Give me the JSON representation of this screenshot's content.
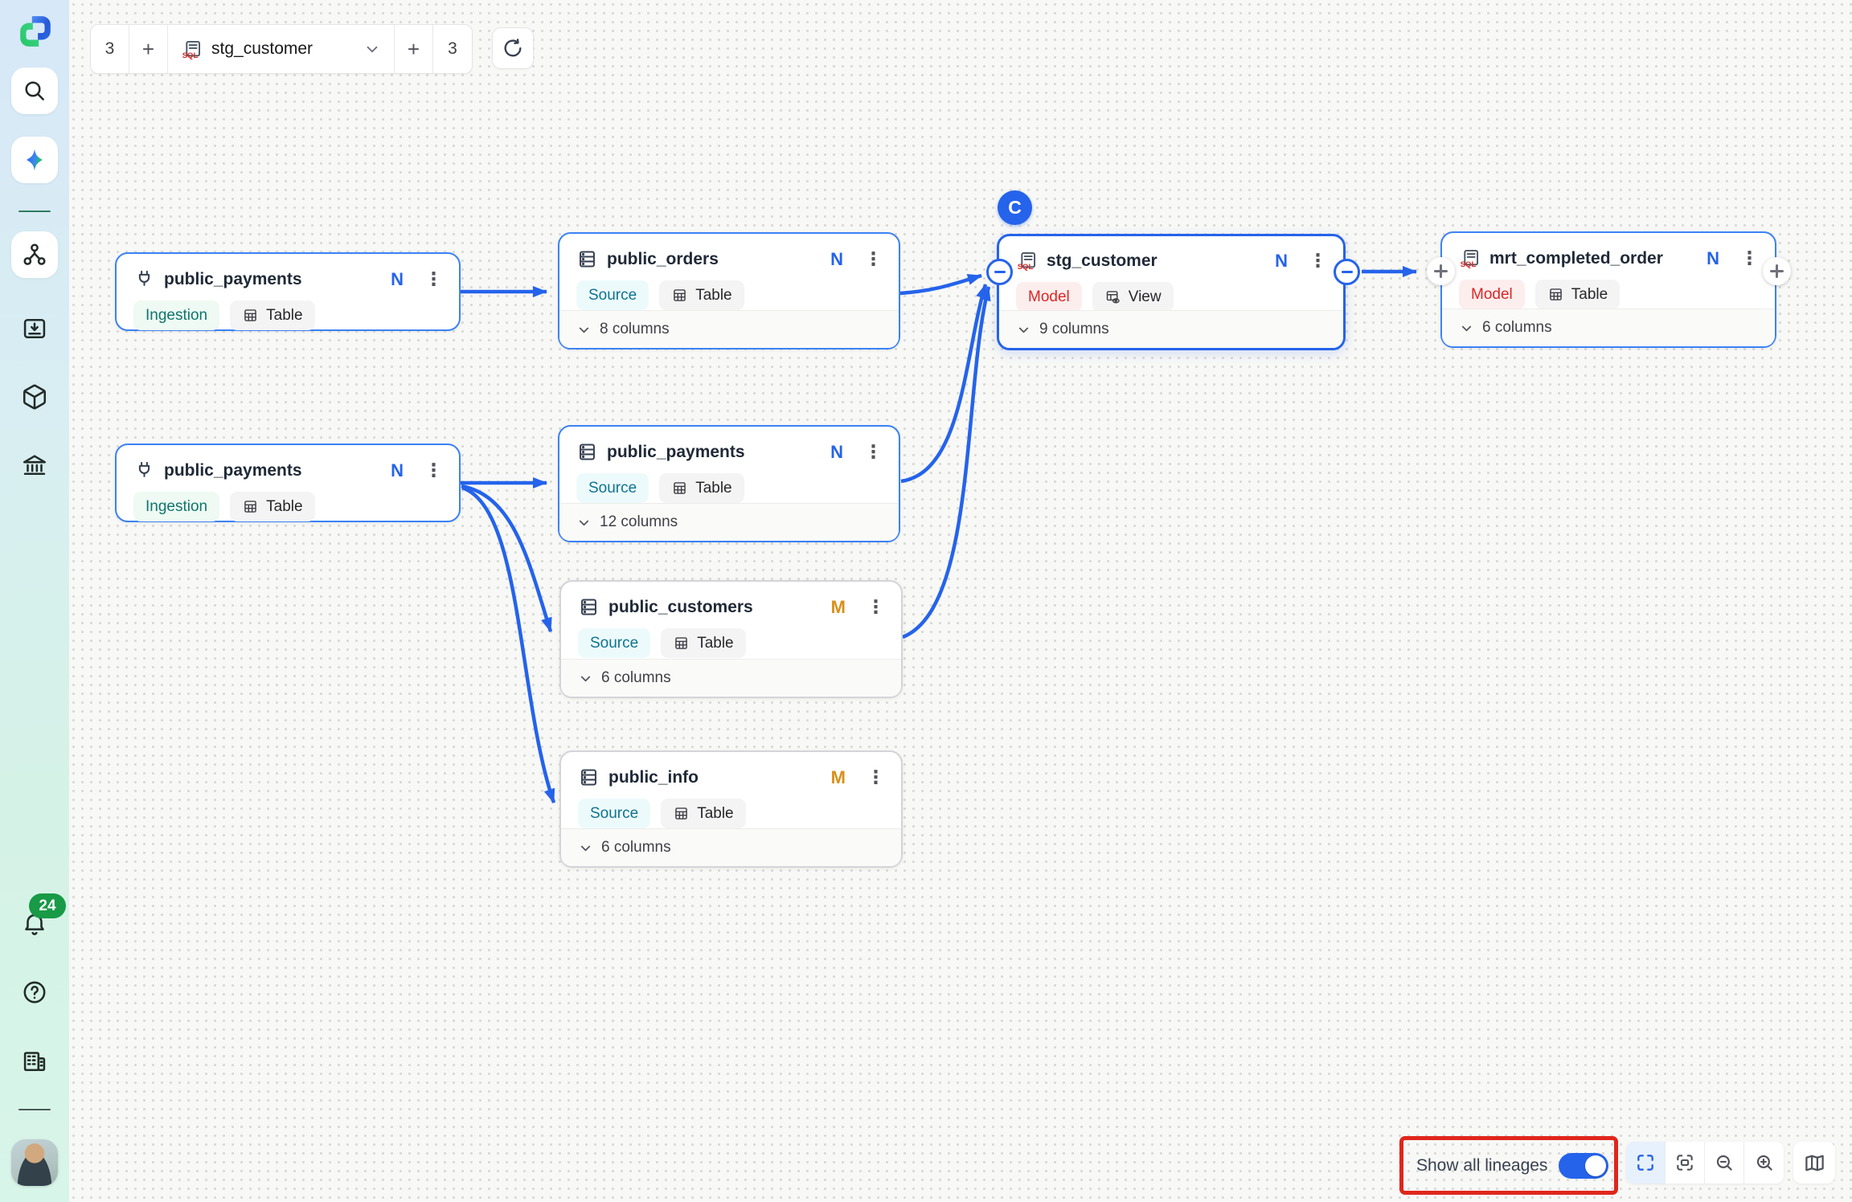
{
  "toolbar": {
    "upstream_count": "3",
    "add": "+",
    "selected_node": "stg_customer",
    "downstream_count": "3"
  },
  "sidebar": {
    "notification_count": "24"
  },
  "nodes": {
    "public_payments_1": {
      "title": "public_payments",
      "badge": "N",
      "tag_category": "Ingestion",
      "tag_type": "Table"
    },
    "public_payments_2": {
      "title": "public_payments",
      "badge": "N",
      "tag_category": "Ingestion",
      "tag_type": "Table"
    },
    "public_orders": {
      "title": "public_orders",
      "badge": "N",
      "tag_category": "Source",
      "tag_type": "Table",
      "columns": "8 columns"
    },
    "public_payments_src": {
      "title": "public_payments",
      "badge": "N",
      "tag_category": "Source",
      "tag_type": "Table",
      "columns": "12 columns"
    },
    "public_customers": {
      "title": "public_customers",
      "badge": "M",
      "tag_category": "Source",
      "tag_type": "Table",
      "columns": "6 columns"
    },
    "public_info": {
      "title": "public_info",
      "badge": "M",
      "tag_category": "Source",
      "tag_type": "Table",
      "columns": "6 columns"
    },
    "stg_customer": {
      "title": "stg_customer",
      "badge": "N",
      "context_badge": "C",
      "tag_category": "Model",
      "tag_type": "View",
      "columns": "9 columns"
    },
    "mrt_completed_order": {
      "title": "mrt_completed_order",
      "badge": "N",
      "tag_category": "Model",
      "tag_type": "Table",
      "columns": "6 columns"
    }
  },
  "controls": {
    "show_all_lineages": "Show all lineages",
    "toggle_state": "on"
  },
  "icons": {
    "kebab": "⋮"
  },
  "colors": {
    "accent_blue": "#2563eb",
    "modified_amber": "#d89018",
    "annotation_red": "#e0261c",
    "badge_green": "#189a47"
  }
}
